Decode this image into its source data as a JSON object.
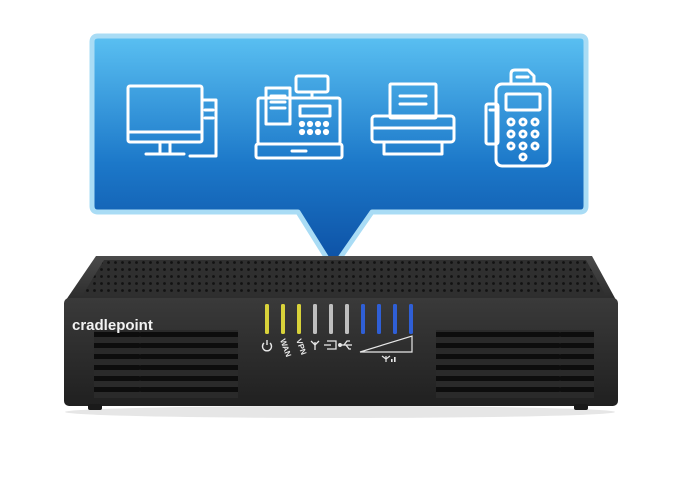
{
  "router": {
    "brand": "cradlepoint",
    "led_labels": {
      "wan": "WAN",
      "vpn": "VPN"
    },
    "led_colors": {
      "yellow": "#d8d23a",
      "white": "#d9d9d9",
      "blue": "#2f5fd6",
      "gray": "#8a8a8a"
    }
  },
  "bubble": {
    "colors": {
      "top": "#5ac0f2",
      "bottom": "#0c4fa3",
      "border": "#a9dcf5"
    },
    "icons": [
      "desktop-computer-icon",
      "cash-register-icon",
      "printer-icon",
      "card-payment-terminal-icon"
    ]
  }
}
